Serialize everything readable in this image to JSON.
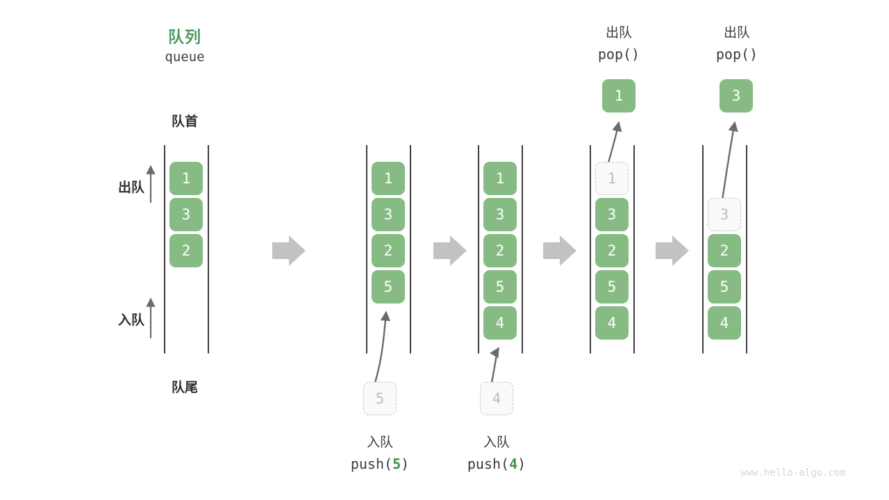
{
  "title": {
    "cn": "队列",
    "en": "queue",
    "color": "#4e9a5e"
  },
  "labels": {
    "front": "队首",
    "rear": "队尾",
    "dequeue": "出队",
    "enqueue": "入队"
  },
  "colors": {
    "accent_green": "#4e9a5e",
    "box_fill": "#86bb84",
    "box_text": "#ffffff",
    "ghost_border": "#c4c4c4",
    "ghost_text": "#bdbdbd",
    "rail": "#3c3c3c",
    "arrow": "#6b6b6b",
    "step_arrow": "#c2c2c2",
    "watermark": "#d6d6d6"
  },
  "steps": [
    {
      "id": "step-1-initial",
      "caption_cn": "",
      "caption_code": "",
      "cells": [
        {
          "value": "1",
          "state": "filled"
        },
        {
          "value": "3",
          "state": "filled"
        },
        {
          "value": "2",
          "state": "filled"
        }
      ]
    },
    {
      "id": "step-2-push-5",
      "caption_cn": "入队",
      "caption_code_prefix": "push(",
      "caption_code_num": "5",
      "caption_code_suffix": ")",
      "incoming_value": "5",
      "cells": [
        {
          "value": "1",
          "state": "filled"
        },
        {
          "value": "3",
          "state": "filled"
        },
        {
          "value": "2",
          "state": "filled"
        },
        {
          "value": "5",
          "state": "filled"
        }
      ]
    },
    {
      "id": "step-3-push-4",
      "caption_cn": "入队",
      "caption_code_prefix": "push(",
      "caption_code_num": "4",
      "caption_code_suffix": ")",
      "incoming_value": "4",
      "cells": [
        {
          "value": "1",
          "state": "filled"
        },
        {
          "value": "3",
          "state": "filled"
        },
        {
          "value": "2",
          "state": "filled"
        },
        {
          "value": "5",
          "state": "filled"
        },
        {
          "value": "4",
          "state": "filled"
        }
      ]
    },
    {
      "id": "step-4-pop-1",
      "caption_cn": "出队",
      "caption_code": "pop()",
      "popped_value": "1",
      "cells": [
        {
          "value": "1",
          "state": "ghost"
        },
        {
          "value": "3",
          "state": "filled"
        },
        {
          "value": "2",
          "state": "filled"
        },
        {
          "value": "5",
          "state": "filled"
        },
        {
          "value": "4",
          "state": "filled"
        }
      ]
    },
    {
      "id": "step-5-pop-3",
      "caption_cn": "出队",
      "caption_code": "pop()",
      "popped_value": "3",
      "cells": [
        {
          "value": "",
          "state": "empty"
        },
        {
          "value": "3",
          "state": "ghost"
        },
        {
          "value": "2",
          "state": "filled"
        },
        {
          "value": "5",
          "state": "filled"
        },
        {
          "value": "4",
          "state": "filled"
        }
      ]
    }
  ],
  "watermark": "www.hello-algo.com"
}
